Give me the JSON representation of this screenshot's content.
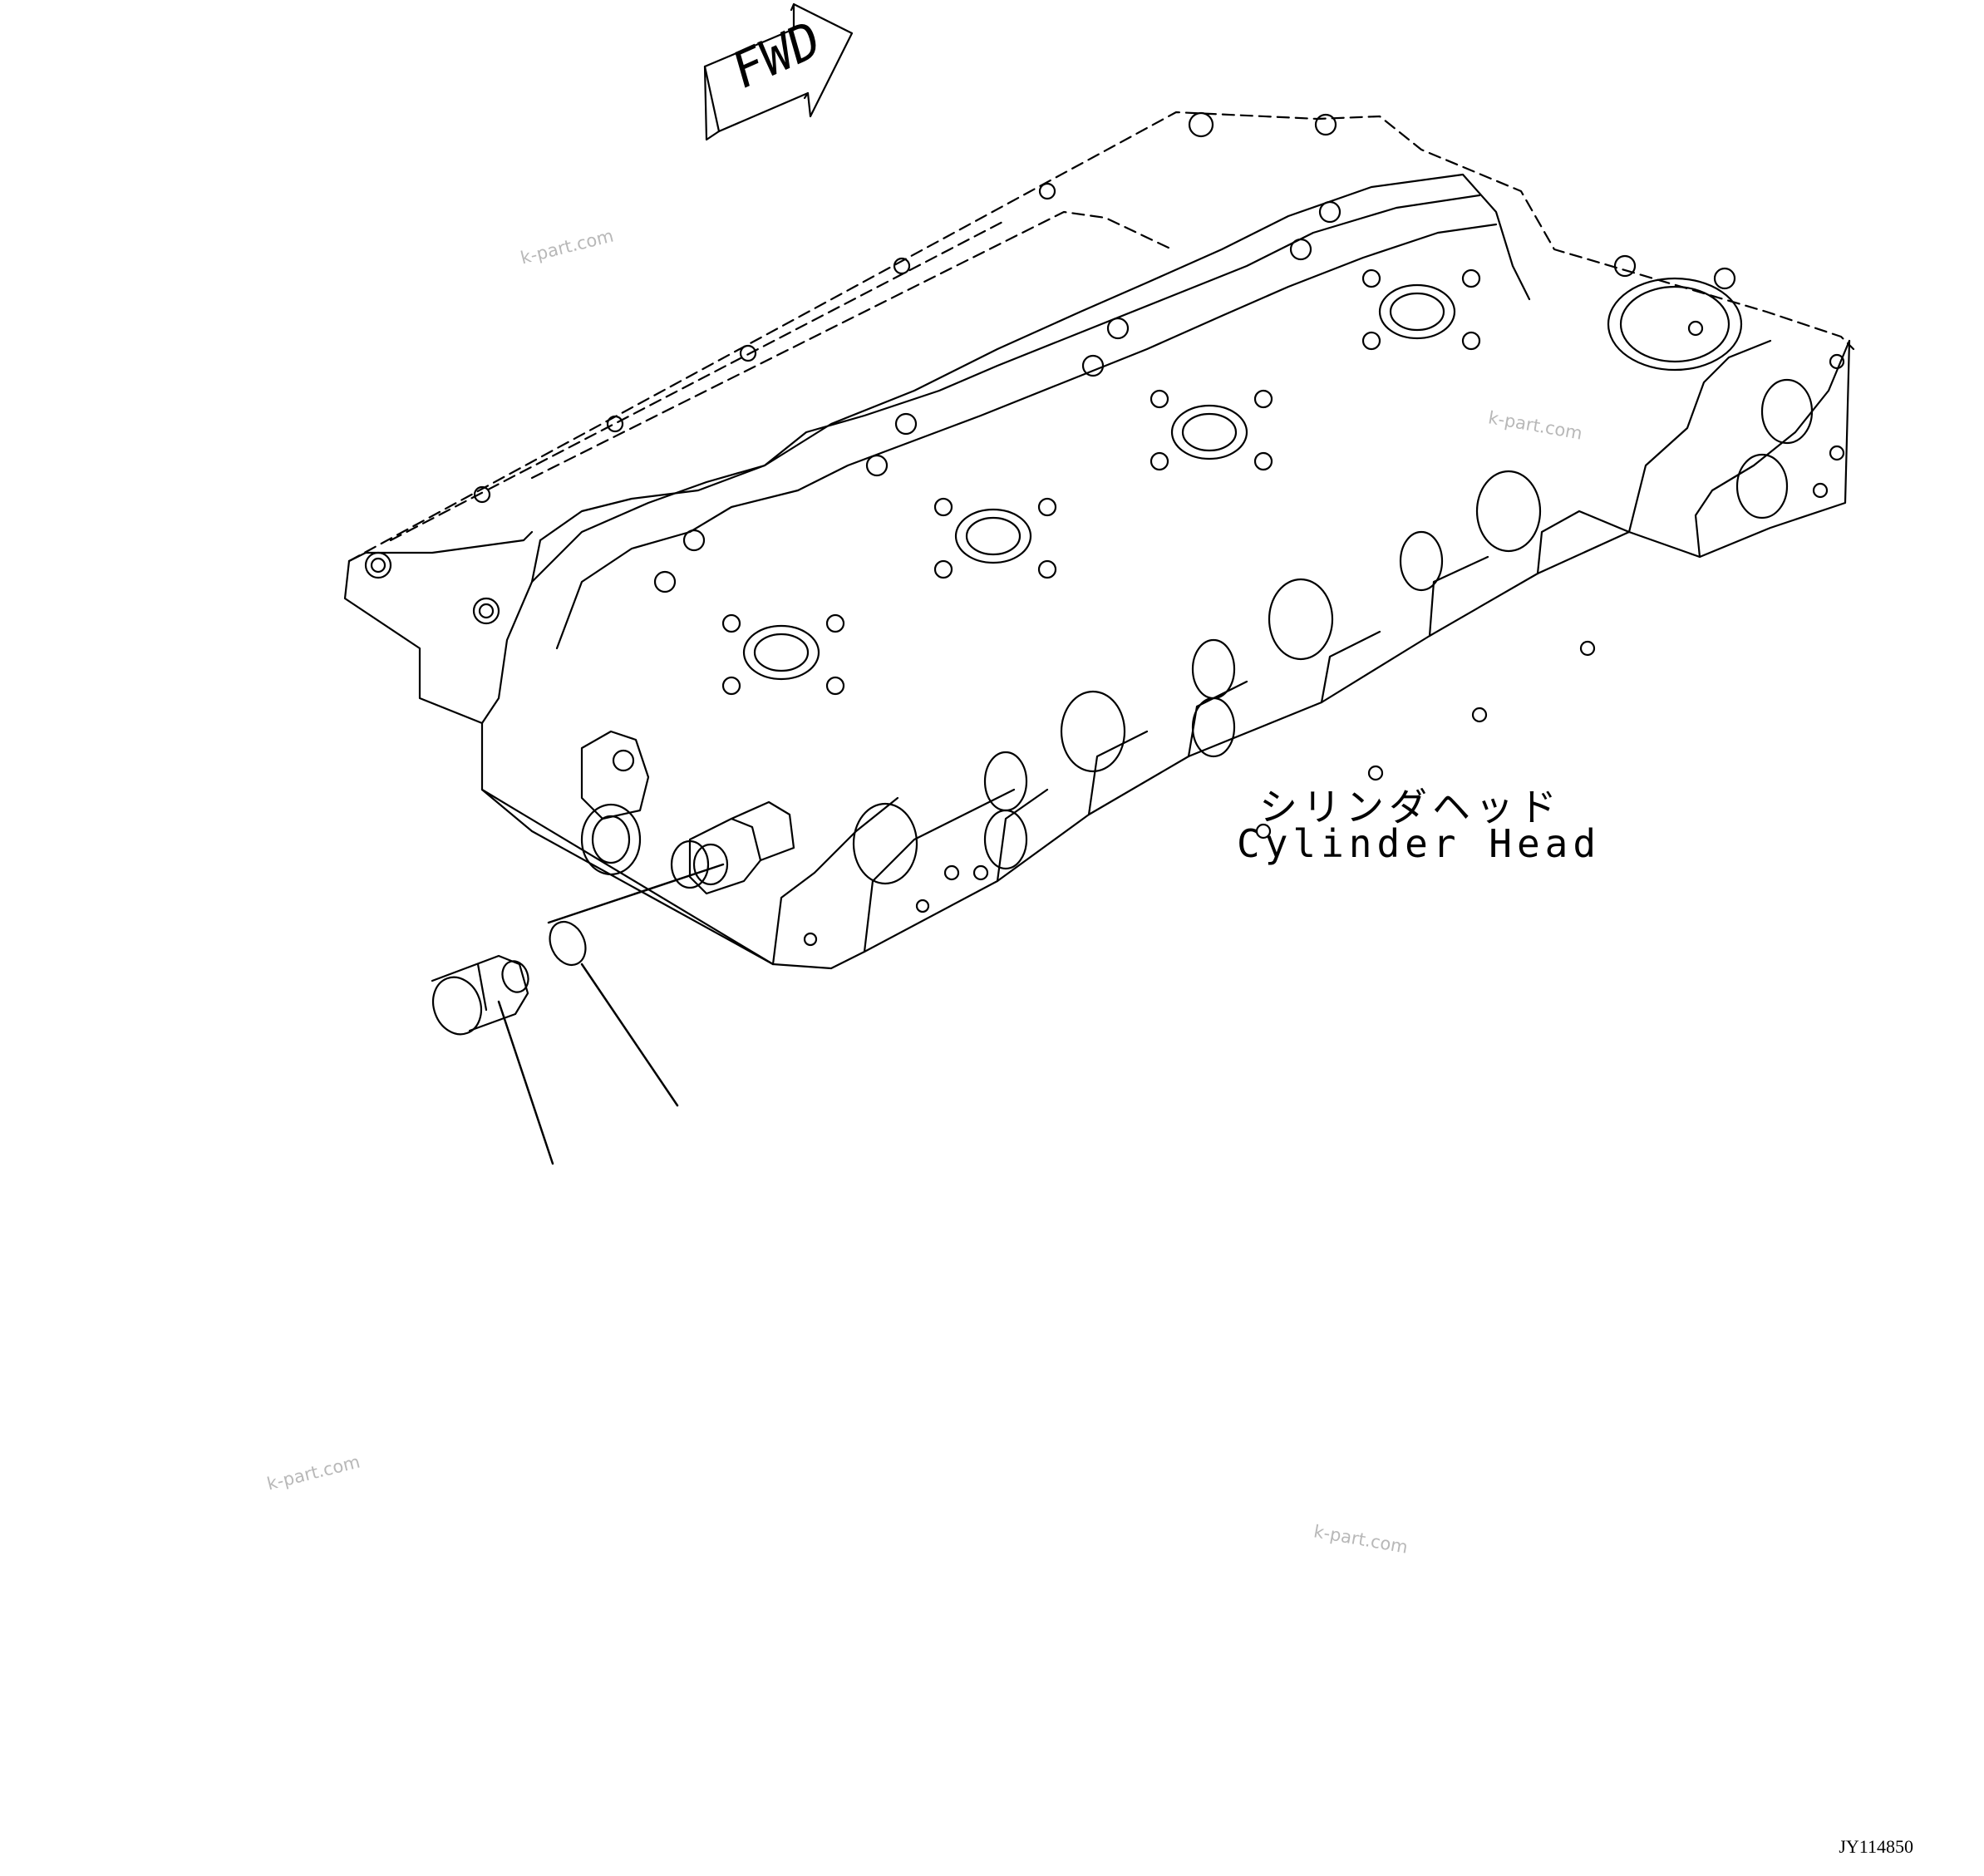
{
  "fwd_arrow": {
    "label": "FWD",
    "icon": "forward-arrow-icon"
  },
  "part_label": {
    "japanese": "シリンダヘッド",
    "english": "Cylinder Head"
  },
  "drawing_number": "JY114850",
  "watermarks": [
    "k-part.com",
    "k-part.com",
    "k-part.com",
    "k-part.com"
  ],
  "parts": [
    {
      "name": "plug",
      "icon": "plug-icon"
    },
    {
      "name": "o-ring",
      "icon": "o-ring-icon"
    }
  ]
}
